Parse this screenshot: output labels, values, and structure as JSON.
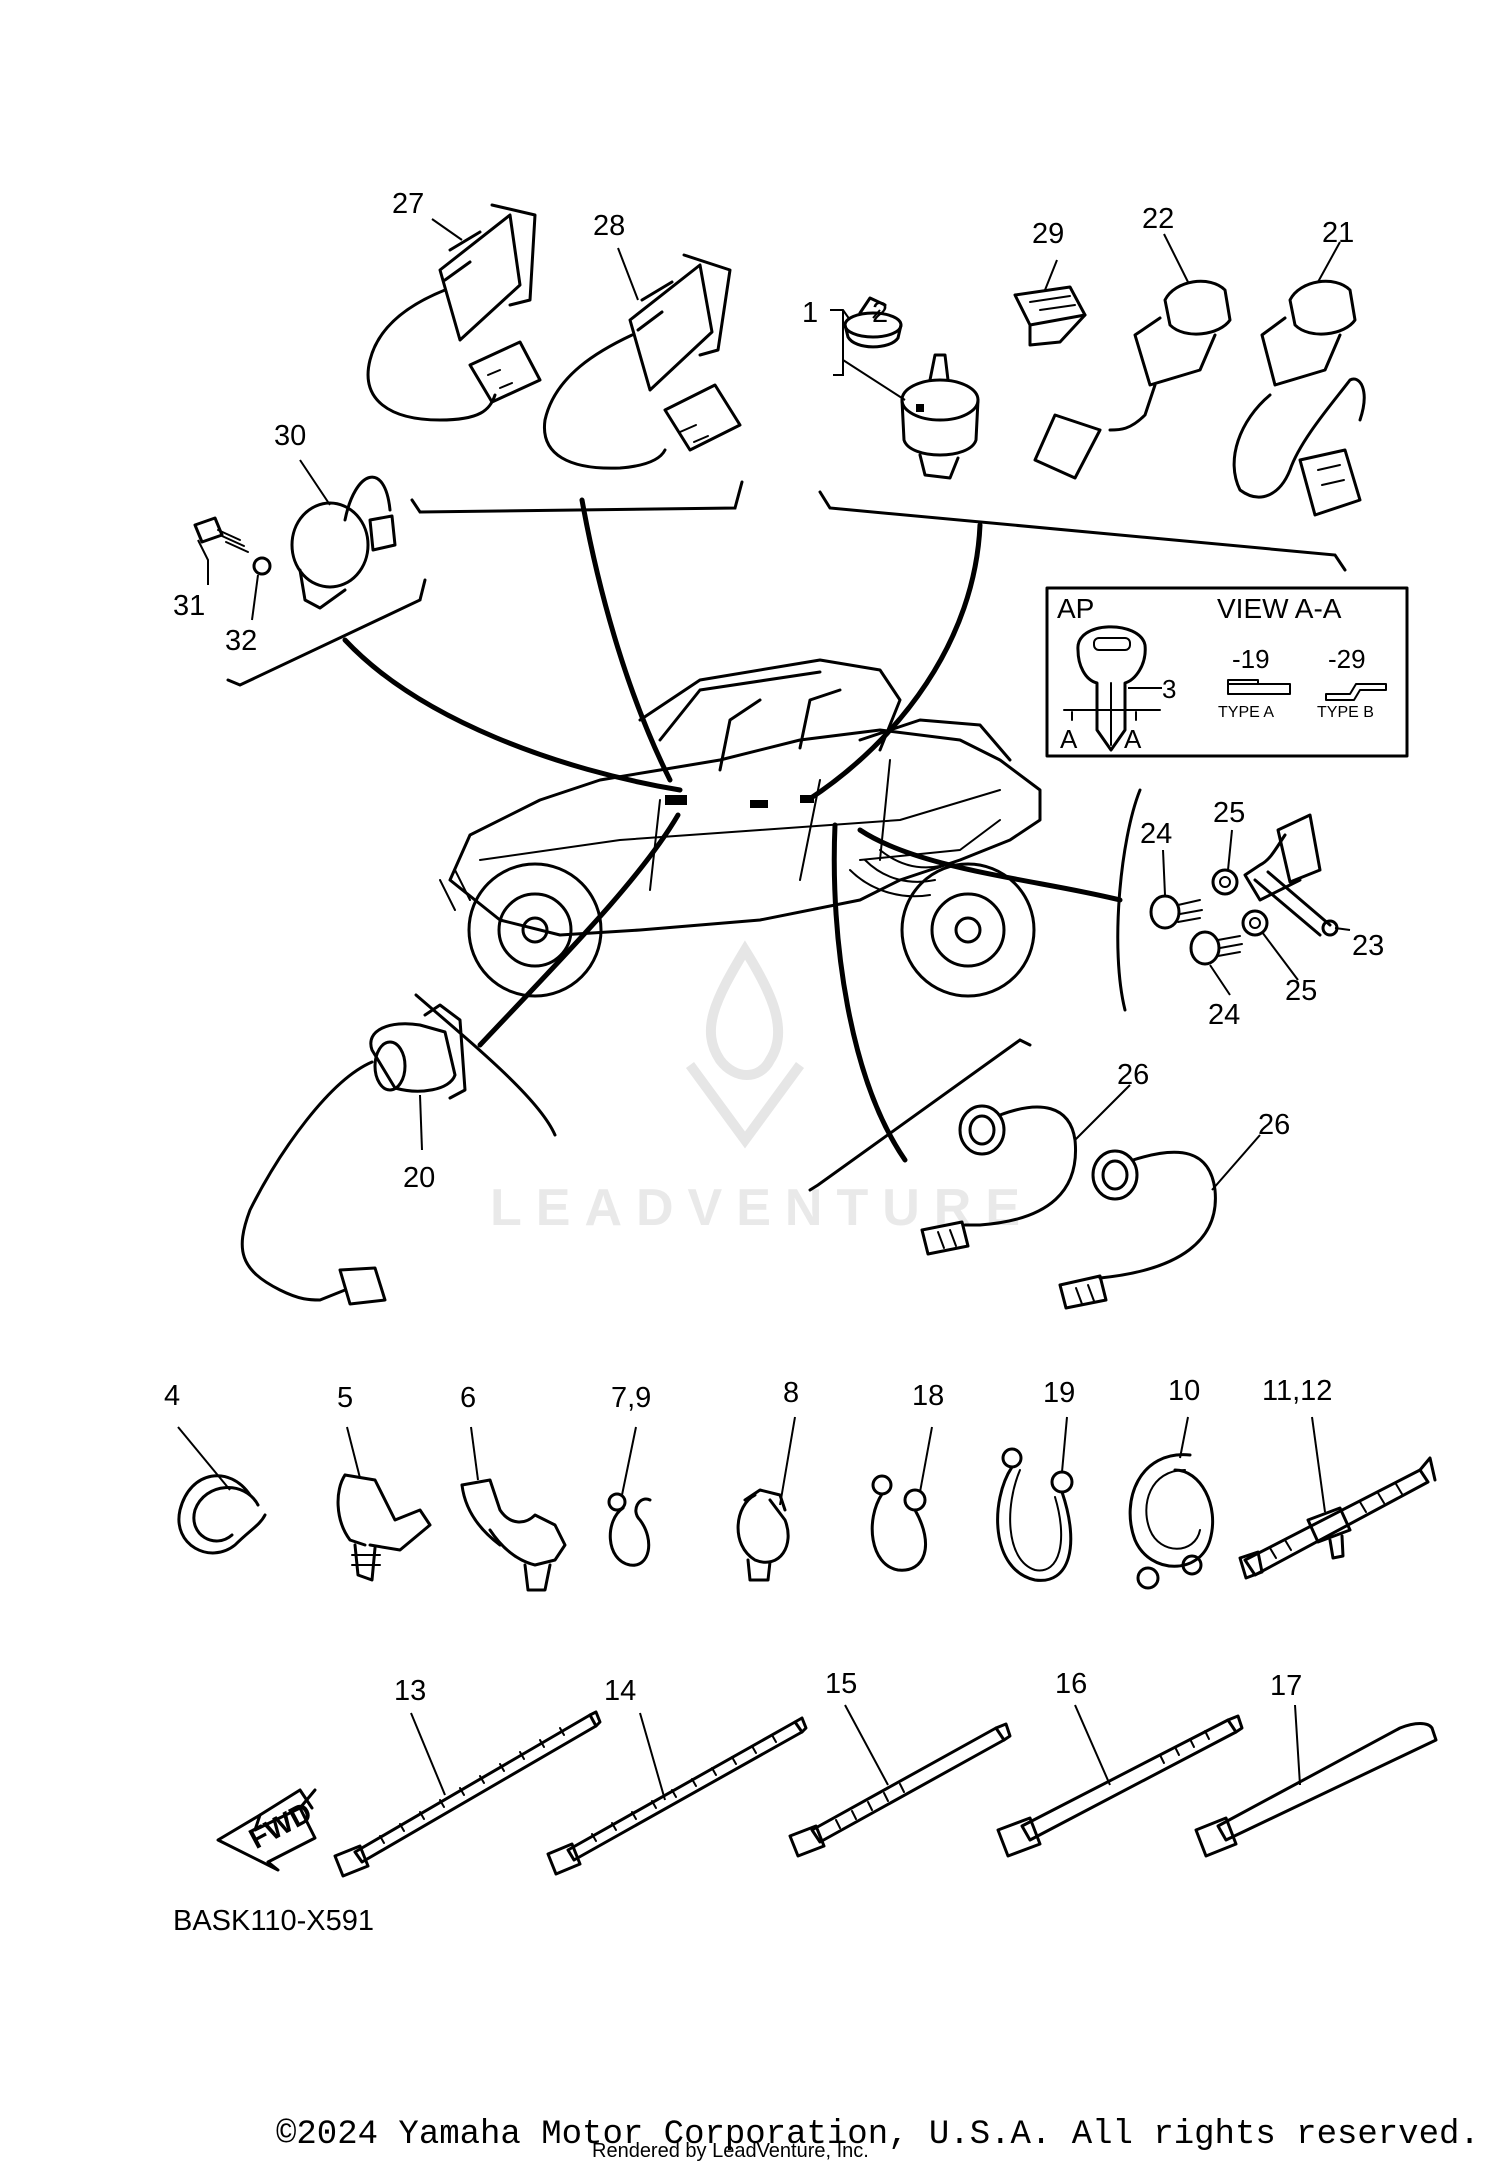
{
  "diagram_code": "BASK110-X591",
  "fwd_label": "FWD",
  "watermark": "LEADVENTURE",
  "inset": {
    "left_label": "AP",
    "right_label": "VIEW A-A",
    "part_ref": "3",
    "section_letter": "A",
    "variant_a_code": "-19",
    "variant_b_code": "-29",
    "variant_a_type": "TYPE A",
    "variant_b_type": "TYPE B"
  },
  "callouts": {
    "c1": "1",
    "c2": "2",
    "c4": "4",
    "c5": "5",
    "c6": "6",
    "c79": "7,9",
    "c8": "8",
    "c10": "10",
    "c1112": "11,12",
    "c13": "13",
    "c14": "14",
    "c15": "15",
    "c16": "16",
    "c17": "17",
    "c18": "18",
    "c19": "19",
    "c20": "20",
    "c21": "21",
    "c22": "22",
    "c23": "23",
    "c24a": "24",
    "c24b": "24",
    "c25a": "25",
    "c25b": "25",
    "c26a": "26",
    "c26b": "26",
    "c27": "27",
    "c28": "28",
    "c29": "29",
    "c30": "30",
    "c31": "31",
    "c32": "32"
  },
  "footer": {
    "copyright": "©2024 Yamaha Motor Corporation, U.S.A. All rights reserved.",
    "rendered_by": "Rendered by LeadVenture, Inc."
  }
}
